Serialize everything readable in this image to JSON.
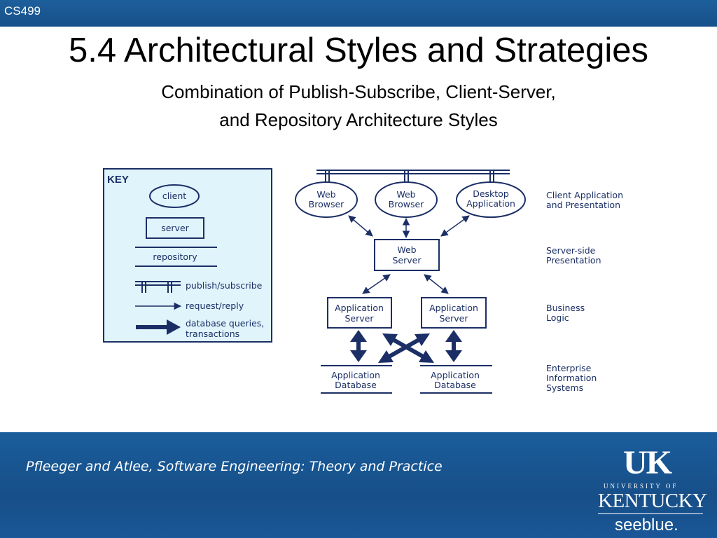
{
  "header": {
    "course": "CS499"
  },
  "title": "5.4 Architectural Styles and Strategies",
  "subtitle": {
    "line1": "Combination of Publish-Subscribe, Client-Server,",
    "line2": "and Repository Architecture Styles"
  },
  "key": {
    "heading": "KEY",
    "client": "client",
    "server": "server",
    "repository": "repository",
    "publish_subscribe": "publish/subscribe",
    "request_reply": "request/reply",
    "db_line1": "database queries,",
    "db_line2": "transactions"
  },
  "nodes": {
    "web_browser_1": {
      "line1": "Web",
      "line2": "Browser"
    },
    "web_browser_2": {
      "line1": "Web",
      "line2": "Browser"
    },
    "desktop_app": {
      "line1": "Desktop",
      "line2": "Application"
    },
    "web_server": {
      "line1": "Web",
      "line2": "Server"
    },
    "app_server_1": {
      "line1": "Application",
      "line2": "Server"
    },
    "app_server_2": {
      "line1": "Application",
      "line2": "Server"
    },
    "app_db_1": {
      "line1": "Application",
      "line2": "Database"
    },
    "app_db_2": {
      "line1": "Application",
      "line2": "Database"
    }
  },
  "tiers": {
    "client": {
      "line1": "Client Application",
      "line2": "and Presentation"
    },
    "server_side": {
      "line1": "Server-side",
      "line2": "Presentation"
    },
    "business": {
      "line1": "Business",
      "line2": "Logic"
    },
    "enterprise": {
      "line1": "Enterprise",
      "line2": "Information",
      "line3": "Systems"
    }
  },
  "footer": {
    "citation": "Pfleeger and Atlee, Software Engineering: Theory and Practice",
    "logo_uk": "UK",
    "logo_university": "UNIVERSITY OF",
    "logo_kentucky": "KENTUCKY",
    "logo_seeblue": "seeblue."
  },
  "colors": {
    "header_bar": "#17508a",
    "footer_bar": "#174f88",
    "key_background": "#dff4fb",
    "diagram_stroke": "#1b2f66"
  }
}
